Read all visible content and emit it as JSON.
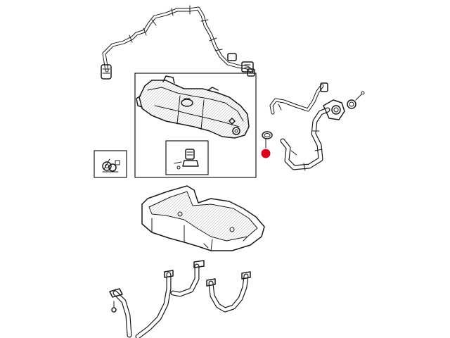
{
  "diagram": {
    "colors": {
      "line": "#1a1a1a",
      "background": "#ffffff",
      "highlight_marker": "#e0001b"
    },
    "components": [
      "evap-harness-line",
      "fuel-tank-module-box",
      "fuel-pump-module-detail",
      "fuel-sender-detail",
      "filler-neck-vent-hose",
      "filler-hose",
      "gas-cap",
      "lock-ring",
      "skid-plate",
      "tank-strap-1",
      "tank-strap-2",
      "tank-strap-3",
      "strap-bolt"
    ],
    "highlighted_part": "lock-ring"
  }
}
